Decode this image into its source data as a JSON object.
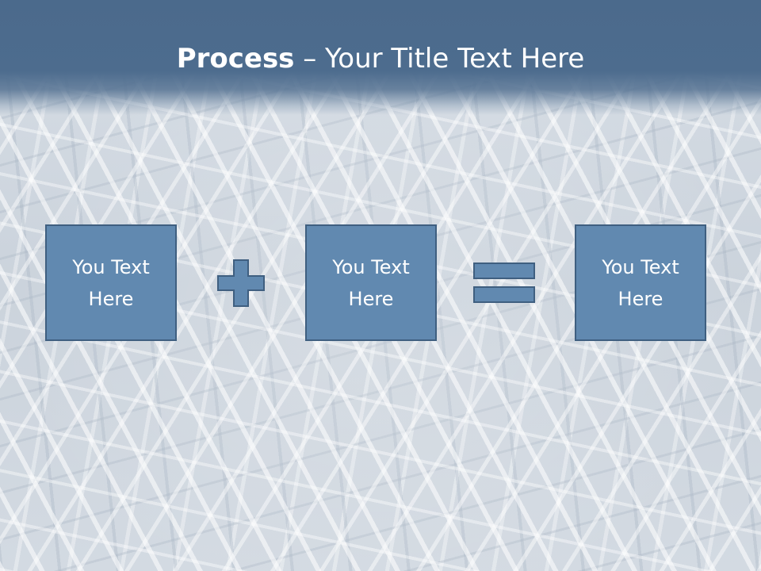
{
  "slide": {
    "title_bold": "Process",
    "title_rest": " – Your Title Text Here",
    "boxes": [
      {
        "text": "You Text\nHere"
      },
      {
        "text": "You Text\nHere"
      },
      {
        "text": "You Text\nHere"
      }
    ],
    "operators": [
      "plus-icon",
      "equals-icon"
    ],
    "colors": {
      "title_band": "#4b6a8c",
      "box_fill": "#6189b0",
      "box_border": "#3f5f80",
      "text": "#ffffff"
    }
  }
}
